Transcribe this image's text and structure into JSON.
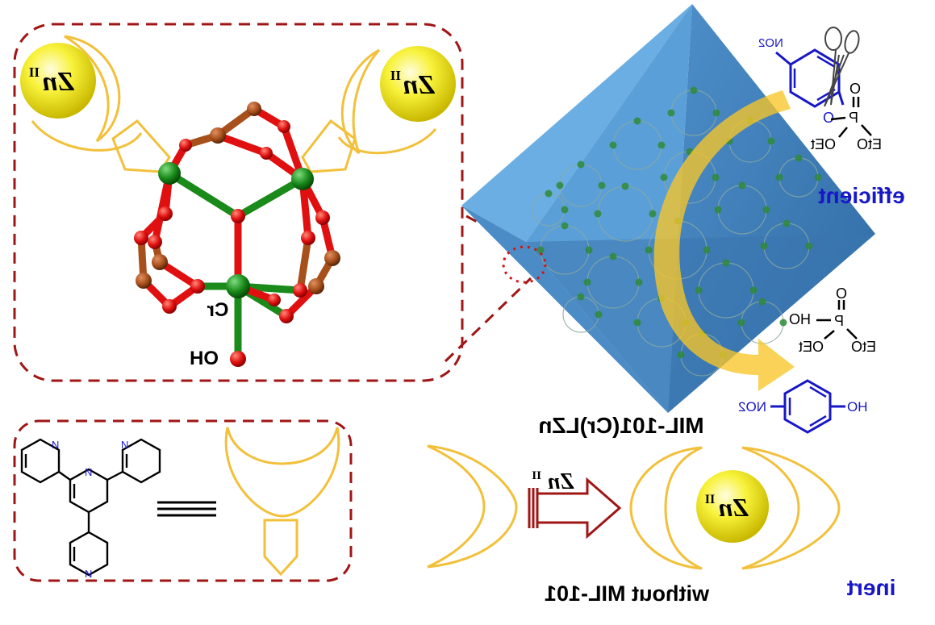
{
  "cluster": {
    "metal_label": "Cr",
    "hydroxide_label": "OH",
    "zn_symbol": "Zn",
    "zn_superscript": "II"
  },
  "framework": {
    "name": "MIL-101(Cr)LZn",
    "efficient_label": "efficient"
  },
  "substrate": {
    "nitro": "NO2",
    "ester_o": "O",
    "phosphorus": "P",
    "phosphoryl_o": "O",
    "ethoxy_1": "EtO",
    "ethoxy_2": "OEt"
  },
  "products": {
    "phosphate_oh": "HO",
    "phosphorus": "P",
    "phosphoryl_o": "O",
    "ethoxy_1": "EtO",
    "ethoxy_2": "OEt",
    "phenol_oh": "HO",
    "nitro": "NO2"
  },
  "ligand": {
    "n_label": "N"
  },
  "control": {
    "reagent_symbol": "Zn",
    "reagent_superscript": "II",
    "caption": "without MIL-101",
    "inert_label": "inert",
    "zn_symbol": "Zn",
    "zn_superscript": "II"
  },
  "colors": {
    "frame": "#a01515",
    "ligand_gold": "#f2c03a",
    "octahedron": "#5fa3db",
    "arrow": "#f7c528",
    "blue_text": "#1717c8",
    "oxygen": "#e01010",
    "chromium": "#1a8a1a",
    "carbon_brown": "#a8501c"
  }
}
